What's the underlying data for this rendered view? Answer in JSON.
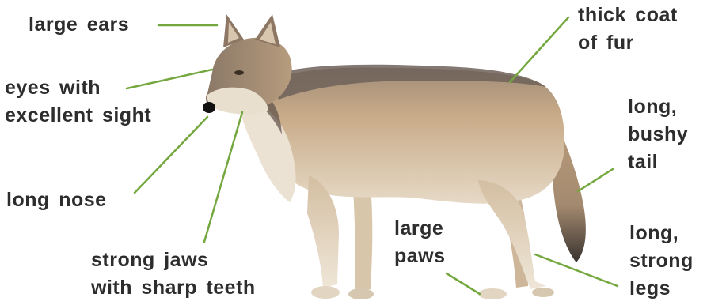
{
  "colors": {
    "leader_line": "#74a83f",
    "label_text": "#2d2d2d",
    "background": "#ffffff",
    "fur_main": "#c8ab88",
    "fur_dark": "#6f6259",
    "fur_light": "#ece2d3",
    "tail_tip": "#3a3330"
  },
  "illustration": {
    "subject": "wolf-illustration"
  },
  "labels": {
    "large_ears": {
      "lines": [
        "large ears"
      ]
    },
    "eyes": {
      "lines": [
        "eyes with",
        "excellent sight"
      ]
    },
    "long_nose": {
      "lines": [
        "long nose"
      ]
    },
    "strong_jaws": {
      "lines": [
        "strong jaws",
        "with sharp teeth"
      ]
    },
    "thick_coat": {
      "lines": [
        "thick coat",
        "of fur"
      ]
    },
    "bushy_tail": {
      "lines": [
        "long,",
        "bushy",
        "tail"
      ]
    },
    "large_paws": {
      "lines": [
        "large",
        "paws"
      ]
    },
    "strong_legs": {
      "lines": [
        "long,",
        "strong",
        "legs"
      ]
    }
  }
}
